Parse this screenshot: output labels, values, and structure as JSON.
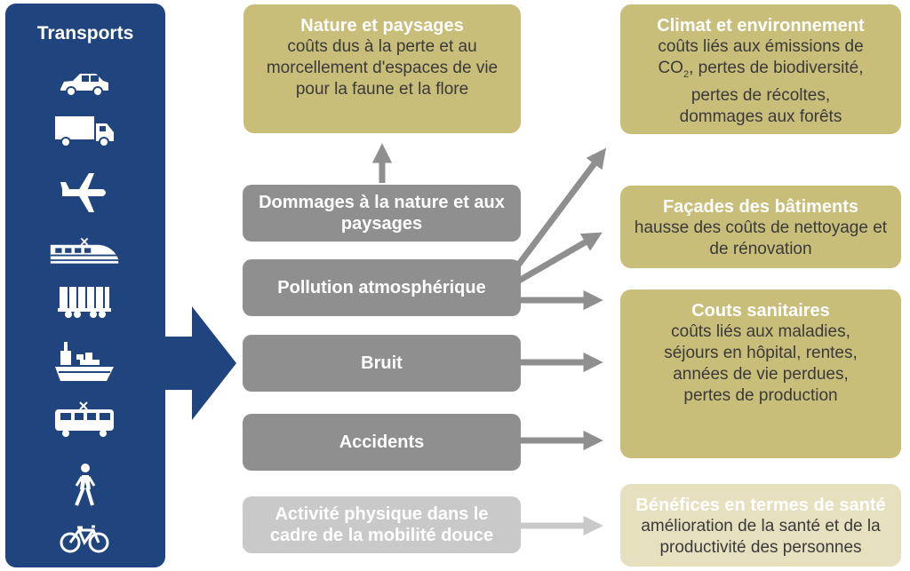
{
  "sidebar": {
    "title": "Transports",
    "icons": [
      "car-icon",
      "truck-icon",
      "airplane-icon",
      "train-icon",
      "freight-wagon-icon",
      "ship-icon",
      "tram-icon",
      "pedestrian-icon",
      "bicycle-icon"
    ]
  },
  "causes": {
    "nature": "Dommages à la nature et aux paysages",
    "air": "Pollution atmosphérique",
    "noise": "Bruit",
    "accidents": "Accidents",
    "activity": "Activité physique dans le cadre de la mobilité douce"
  },
  "effects": {
    "nature": {
      "title": "Nature et paysages",
      "text": "coûts dus à la perte et au morcellement d'espaces de vie pour la faune et la flore"
    },
    "climate": {
      "title": "Climat et environnement",
      "line1": "coûts liés aux émissions de",
      "co2_pre": "CO",
      "co2_sub": "2",
      "co2_post": ", pertes de biodiversité,",
      "line3": "pertes de récoltes,",
      "line4": "dommages aux forêts"
    },
    "facades": {
      "title": "Façades des bâtiments",
      "text": "hausse des coûts de nettoyage et de rénovation"
    },
    "health": {
      "title": "Couts sanitaires",
      "text": "coûts liés aux maladies, séjours en hôpital, rentes, années de vie perdues, pertes de production"
    },
    "benefits": {
      "title": "Bénéfices en termes de santé",
      "text": "amélioration de la santé et de la productivité des personnes"
    }
  },
  "colors": {
    "navy": "#20457e",
    "gray": "#8f8f8f",
    "light_gray": "#c9c9c9",
    "olive": "#c9bd7a",
    "pale_olive": "#e7e0bf",
    "arrow": "#8f8f8f"
  }
}
